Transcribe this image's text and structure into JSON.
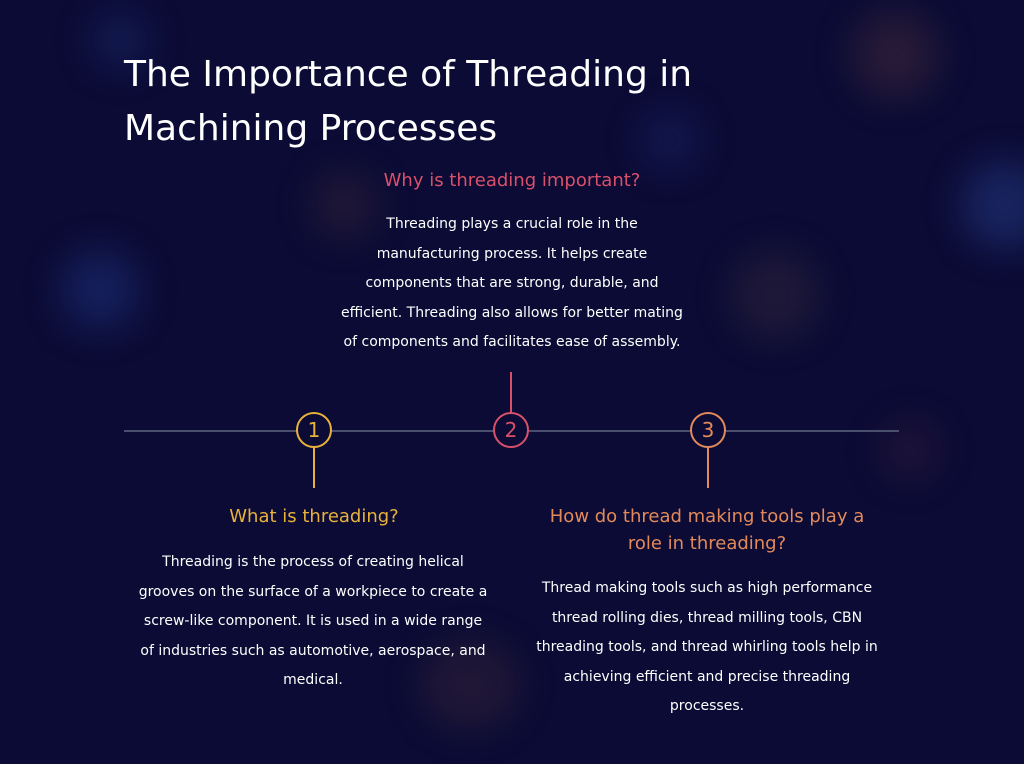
{
  "title": "The Importance of Threading in Machining Processes",
  "colors": {
    "background": "#0b0b35",
    "step1": "#e8b23a",
    "step2": "#d9506a",
    "step3": "#e38a5a",
    "line": "#4a4f6e"
  },
  "steps": [
    {
      "number": "1",
      "heading": "What is threading?",
      "body": "Threading is the process of creating helical grooves on the surface of a workpiece to create a screw-like component. It is used in a wide range of industries such as automotive, aerospace, and medical."
    },
    {
      "number": "2",
      "heading": "Why is threading important?",
      "body": "Threading plays a crucial role in the manufacturing process. It helps create components that are strong, durable, and efficient. Threading also allows for better mating of components and facilitates ease of assembly."
    },
    {
      "number": "3",
      "heading": "How do thread making tools play a role in threading?",
      "body": "Thread making tools such as high performance thread rolling dies, thread milling tools, CBN threading tools, and thread whirling tools help in achieving efficient and precise threading processes."
    }
  ]
}
